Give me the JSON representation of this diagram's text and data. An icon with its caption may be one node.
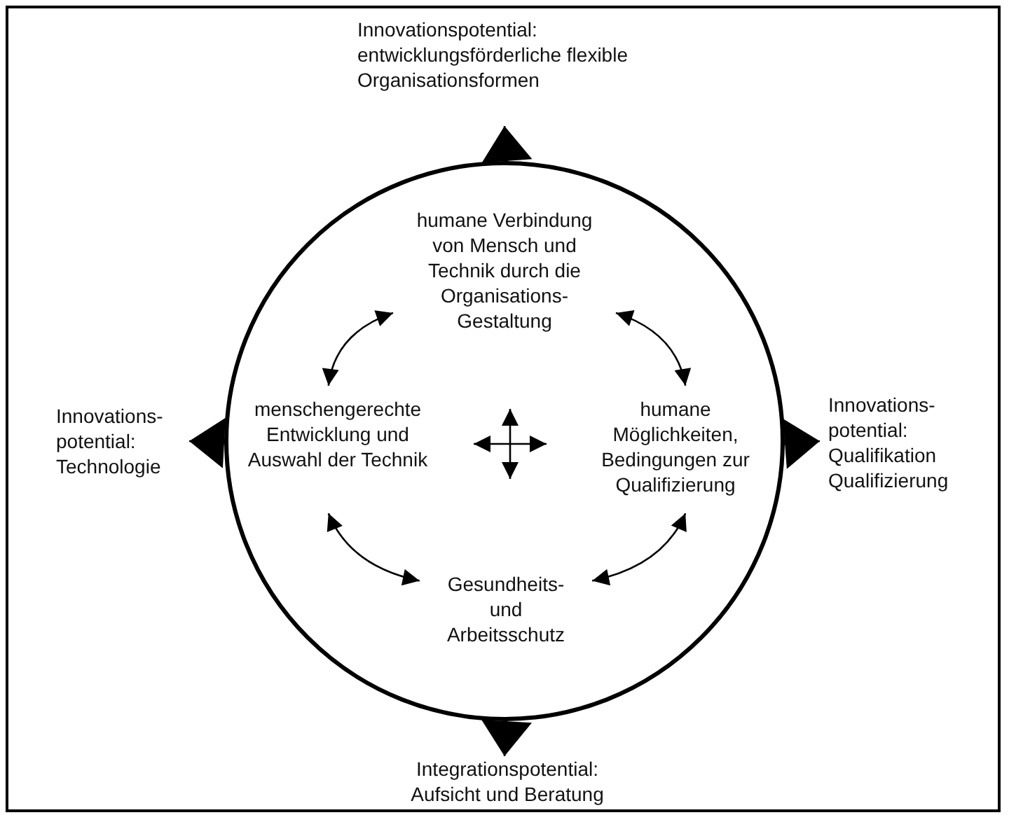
{
  "diagram": {
    "nodes": [
      {
        "text": [],
        "shape": "circle"
      },
      {
        "text": [
          "humane Verbindung von Mensch und Technik durch die Organisations-Gestaltung"
        ],
        "in": 0
      },
      {
        "text": [
          "menschengerechte Entwicklung und Auswahl der Technik"
        ],
        "in": 0
      },
      {
        "text": [
          "humane Möglichkeiten, Bedingungen zur Qualifizierung"
        ],
        "in": 0
      },
      {
        "text": [
          "Gesundheits- und Arbeitsschutz"
        ],
        "in": 0
      },
      {
        "text": [
          "Innovationspotential: entwicklungsförderliche flexible Organisationsformen"
        ]
      },
      {
        "text": [
          "Innovations-potential: Technologie"
        ]
      },
      {
        "text": [
          "Innovations-potential: Qualifikation Qualifizierung"
        ]
      },
      {
        "text": [
          "Integrationspotential: Aufsicht und Beratung"
        ]
      }
    ],
    "edges": [
      {
        "from": 1,
        "to": 2,
        "arrow": "both"
      },
      {
        "from": 1,
        "to": 3,
        "arrow": "both"
      },
      {
        "from": 2,
        "to": 4,
        "arrow": "both"
      },
      {
        "from": 3,
        "to": 4,
        "arrow": "both"
      },
      {
        "from": 0,
        "to": 5,
        "arrow": "to"
      },
      {
        "from": 0,
        "to": 6,
        "arrow": "to"
      },
      {
        "from": 0,
        "to": 7,
        "arrow": "to"
      },
      {
        "from": 0,
        "to": 8,
        "arrow": "to"
      }
    ]
  }
}
